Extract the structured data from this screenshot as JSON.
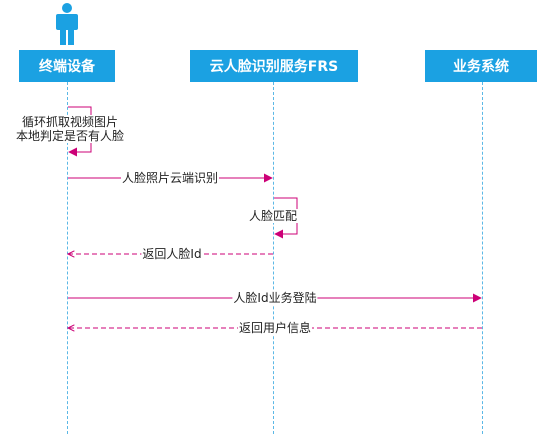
{
  "participants": [
    {
      "id": "device",
      "label": "终端设备"
    },
    {
      "id": "frs",
      "label": "云人脸识别服务FRS"
    },
    {
      "id": "biz",
      "label": "业务系统"
    }
  ],
  "messages": {
    "loop_capture_line1": "循环抓取视频图片",
    "loop_capture_line2": "本地判定是否有人脸",
    "cloud_recognition": "人脸照片云端识别",
    "face_match": "人脸匹配",
    "return_face_id": "返回人脸Id",
    "face_id_login": "人脸Id业务登陆",
    "return_user_info": "返回用户信息"
  },
  "colors": {
    "header": "#1ba1e2",
    "lifeline": "#5bb8e6",
    "message": "#cc0077",
    "actor": "#1ba1e2"
  }
}
